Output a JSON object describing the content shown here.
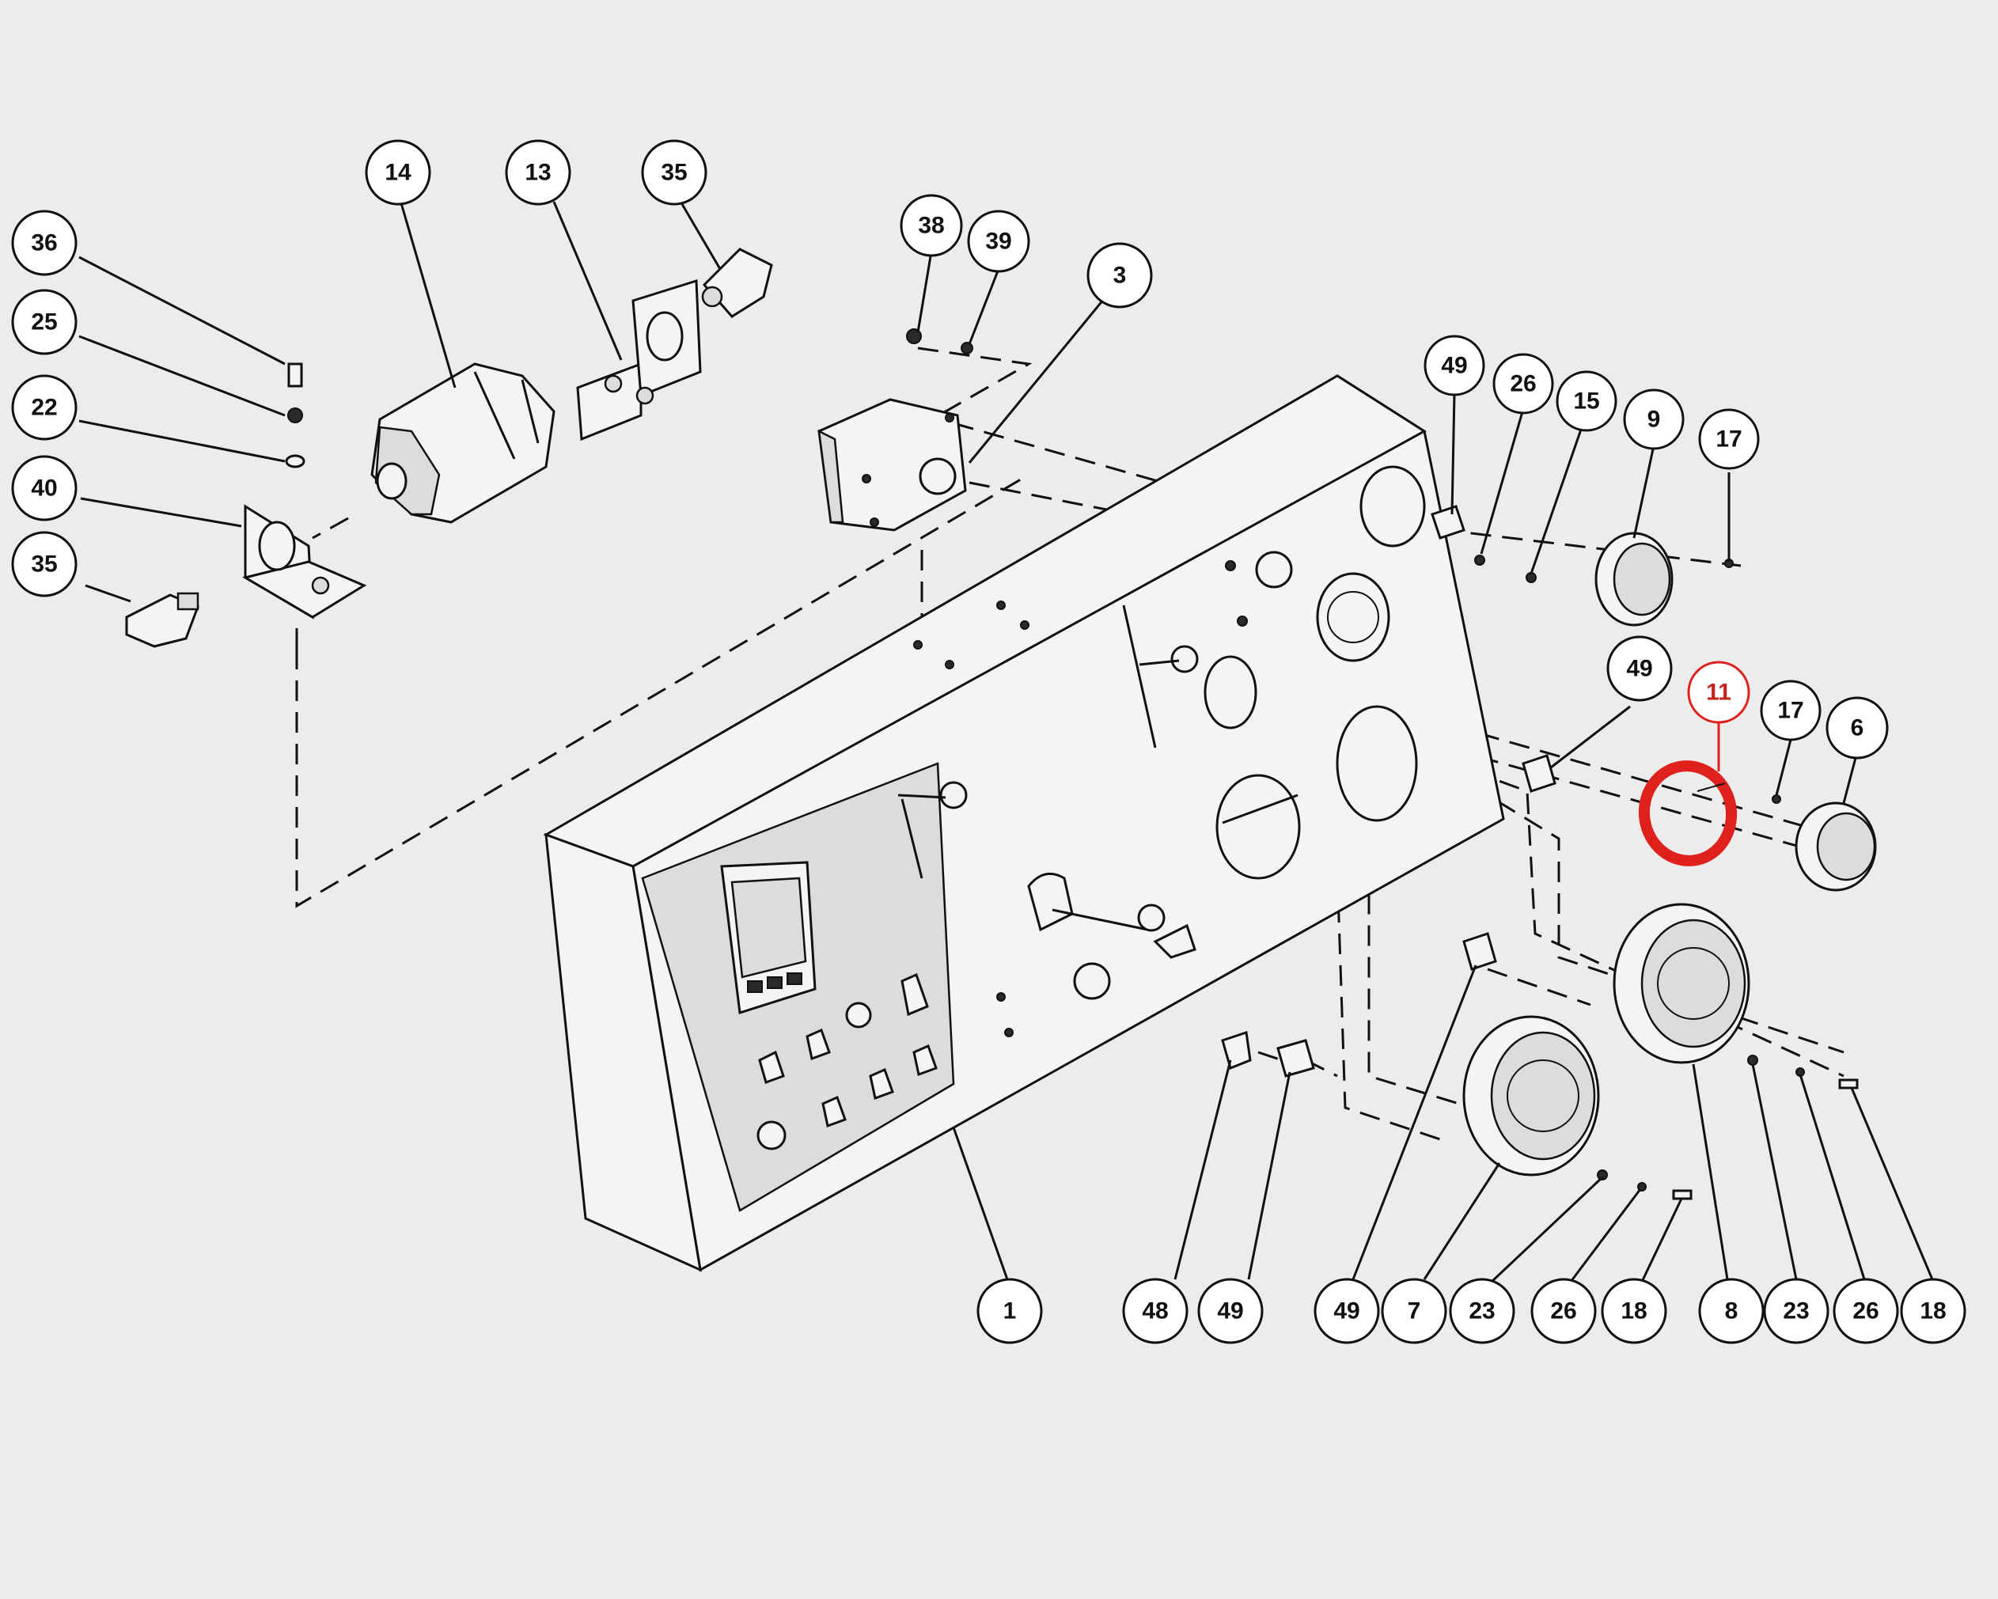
{
  "diagram": {
    "callouts": [
      {
        "id": "c36",
        "label": "36"
      },
      {
        "id": "c25",
        "label": "25"
      },
      {
        "id": "c22",
        "label": "22"
      },
      {
        "id": "c40",
        "label": "40"
      },
      {
        "id": "c35a",
        "label": "35"
      },
      {
        "id": "c14",
        "label": "14"
      },
      {
        "id": "c13",
        "label": "13"
      },
      {
        "id": "c35b",
        "label": "35"
      },
      {
        "id": "c38",
        "label": "38"
      },
      {
        "id": "c39",
        "label": "39"
      },
      {
        "id": "c3",
        "label": "3"
      },
      {
        "id": "c49a",
        "label": "49"
      },
      {
        "id": "c26a",
        "label": "26"
      },
      {
        "id": "c15",
        "label": "15"
      },
      {
        "id": "c9",
        "label": "9"
      },
      {
        "id": "c17a",
        "label": "17"
      },
      {
        "id": "c49b",
        "label": "49"
      },
      {
        "id": "c11",
        "label": "11",
        "highlighted": true
      },
      {
        "id": "c17b",
        "label": "17"
      },
      {
        "id": "c6",
        "label": "6"
      },
      {
        "id": "c1",
        "label": "1"
      },
      {
        "id": "c48",
        "label": "48"
      },
      {
        "id": "c49c",
        "label": "49"
      },
      {
        "id": "c49d",
        "label": "49"
      },
      {
        "id": "c7",
        "label": "7"
      },
      {
        "id": "c23a",
        "label": "23"
      },
      {
        "id": "c26b",
        "label": "26"
      },
      {
        "id": "c18a",
        "label": "18"
      },
      {
        "id": "c8",
        "label": "8"
      },
      {
        "id": "c23b",
        "label": "23"
      },
      {
        "id": "c26c",
        "label": "26"
      },
      {
        "id": "c18b",
        "label": "18"
      }
    ],
    "colors": {
      "background": "#ececec",
      "line": "#111111",
      "highlight": "#e0201c"
    }
  }
}
